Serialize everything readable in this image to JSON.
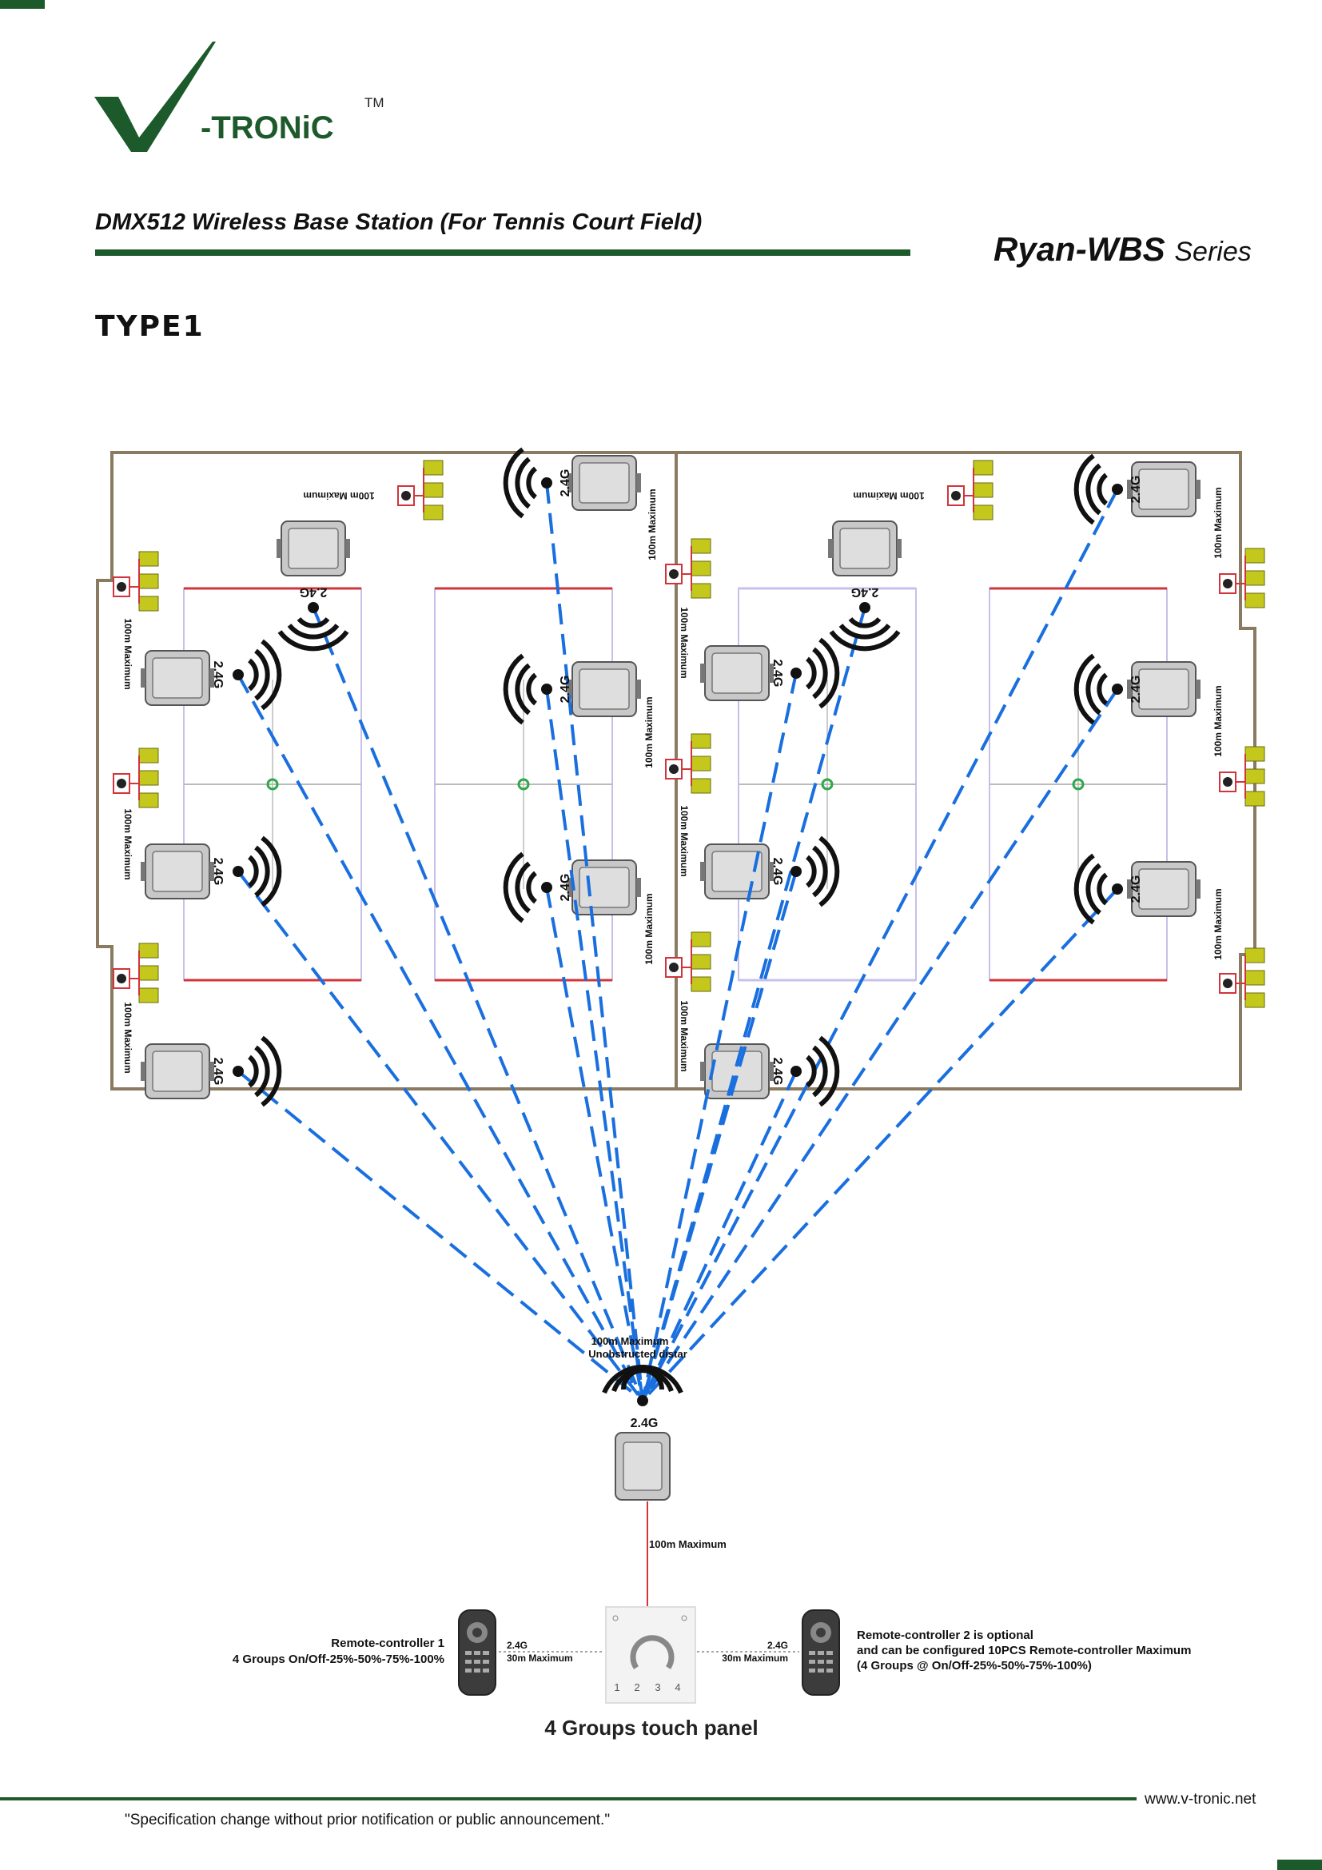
{
  "brand": {
    "name": "-TRONiC",
    "trademark": "TM",
    "colors": {
      "brand_green": "#1d5a2b",
      "link_blue": "#1a6fdf",
      "wire_red": "#d1343a"
    }
  },
  "header": {
    "subtitle": "DMX512 Wireless Base Station (For Tennis Court Field)",
    "series_name": "Ryan-WBS",
    "series_suffix": "Series"
  },
  "type_label": "TYPE1",
  "diagram": {
    "signal_label": "2.4G",
    "max_distance_label": "100m Maximum",
    "hub_label_line1": "100m Maximum",
    "hub_label_line2": "Unobstructed distar",
    "hub_signal_label": "2.4G",
    "panel_wire_label": "100m Maximum",
    "remote1": {
      "title": "Remote-controller 1",
      "groups": "4 Groups   On/Off-25%-50%-75%-100%",
      "link_signal": "2.4G",
      "link_distance": "30m Maximum"
    },
    "remote2": {
      "line1": "Remote-controller 2 is optional",
      "line2": "and can be configured 10PCS Remote-controller Maximum",
      "line3": "(4 Groups @ On/Off-25%-50%-75%-100%)",
      "link_signal": "2.4G",
      "link_distance": "30m Maximum"
    },
    "touch_panel": {
      "caption": "4 Groups touch panel",
      "group_numbers": [
        "1",
        "2",
        "3",
        "4"
      ]
    }
  },
  "footer": {
    "website": "www.v-tronic.net",
    "disclaimer": "\"Specification change without prior notification or public announcement.\""
  }
}
